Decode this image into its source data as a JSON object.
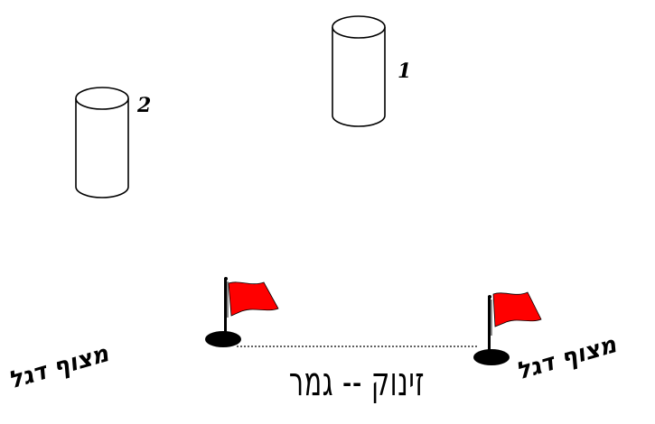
{
  "cones": [
    {
      "id": "1",
      "label": "1"
    },
    {
      "id": "2",
      "label": "2"
    }
  ],
  "flags": [
    {
      "id": "left",
      "label": "מצוף דגל"
    },
    {
      "id": "right",
      "label": "מצוף דגל"
    }
  ],
  "start_finish_label": "זינוק -- גמר",
  "colors": {
    "flag": "#ff0000",
    "buoy": "#000000",
    "outline": "#000000",
    "background": "#ffffff"
  }
}
